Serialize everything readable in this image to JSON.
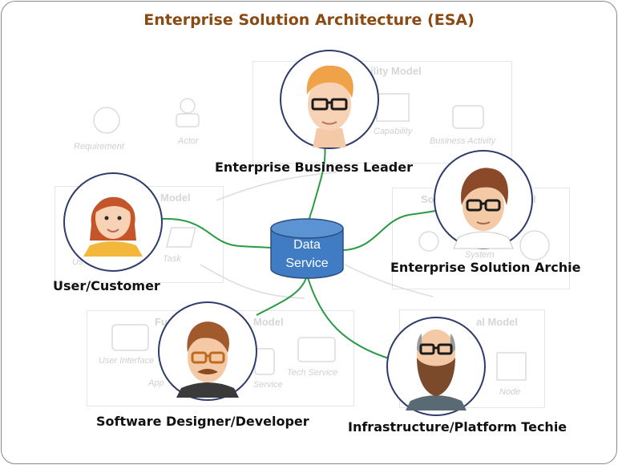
{
  "title": "Enterprise Solution Architecture (ESA)",
  "center_node": {
    "line1": "Data",
    "line2": "Service"
  },
  "colors": {
    "title": "#8a4a14",
    "connector": "#2a9a45",
    "cylinder_fill": "#3f7cc4",
    "cylinder_edge": "#2d4f82",
    "avatar_ring": "#2f3c6b"
  },
  "stakeholders": [
    {
      "id": "business-leader",
      "label": "Enterprise Business Leader"
    },
    {
      "id": "solution-architect",
      "label": "Enterprise Solution Archie"
    },
    {
      "id": "user-customer",
      "label": "User/Customer"
    },
    {
      "id": "software-designer",
      "label": "Software Designer/Developer"
    },
    {
      "id": "infrastructure-techie",
      "label": "Infrastructure/Platform Techie"
    }
  ],
  "background_models": {
    "capability": {
      "title": "ility Model",
      "labels": [
        "Capability",
        "Business Activity",
        "Requirement",
        "Actor"
      ]
    },
    "user_model": {
      "title": "Model",
      "labels": [
        "Task",
        "Us"
      ]
    },
    "solution_model": {
      "title": "So",
      "title2": "l",
      "labels": [
        "System"
      ]
    },
    "functional_model": {
      "title": "Fu",
      "title2": "Model",
      "labels": [
        "User Interface",
        "Tech Service",
        "Service",
        "App"
      ]
    },
    "technical_model": {
      "title": "al Model",
      "labels": [
        "Node"
      ]
    }
  }
}
